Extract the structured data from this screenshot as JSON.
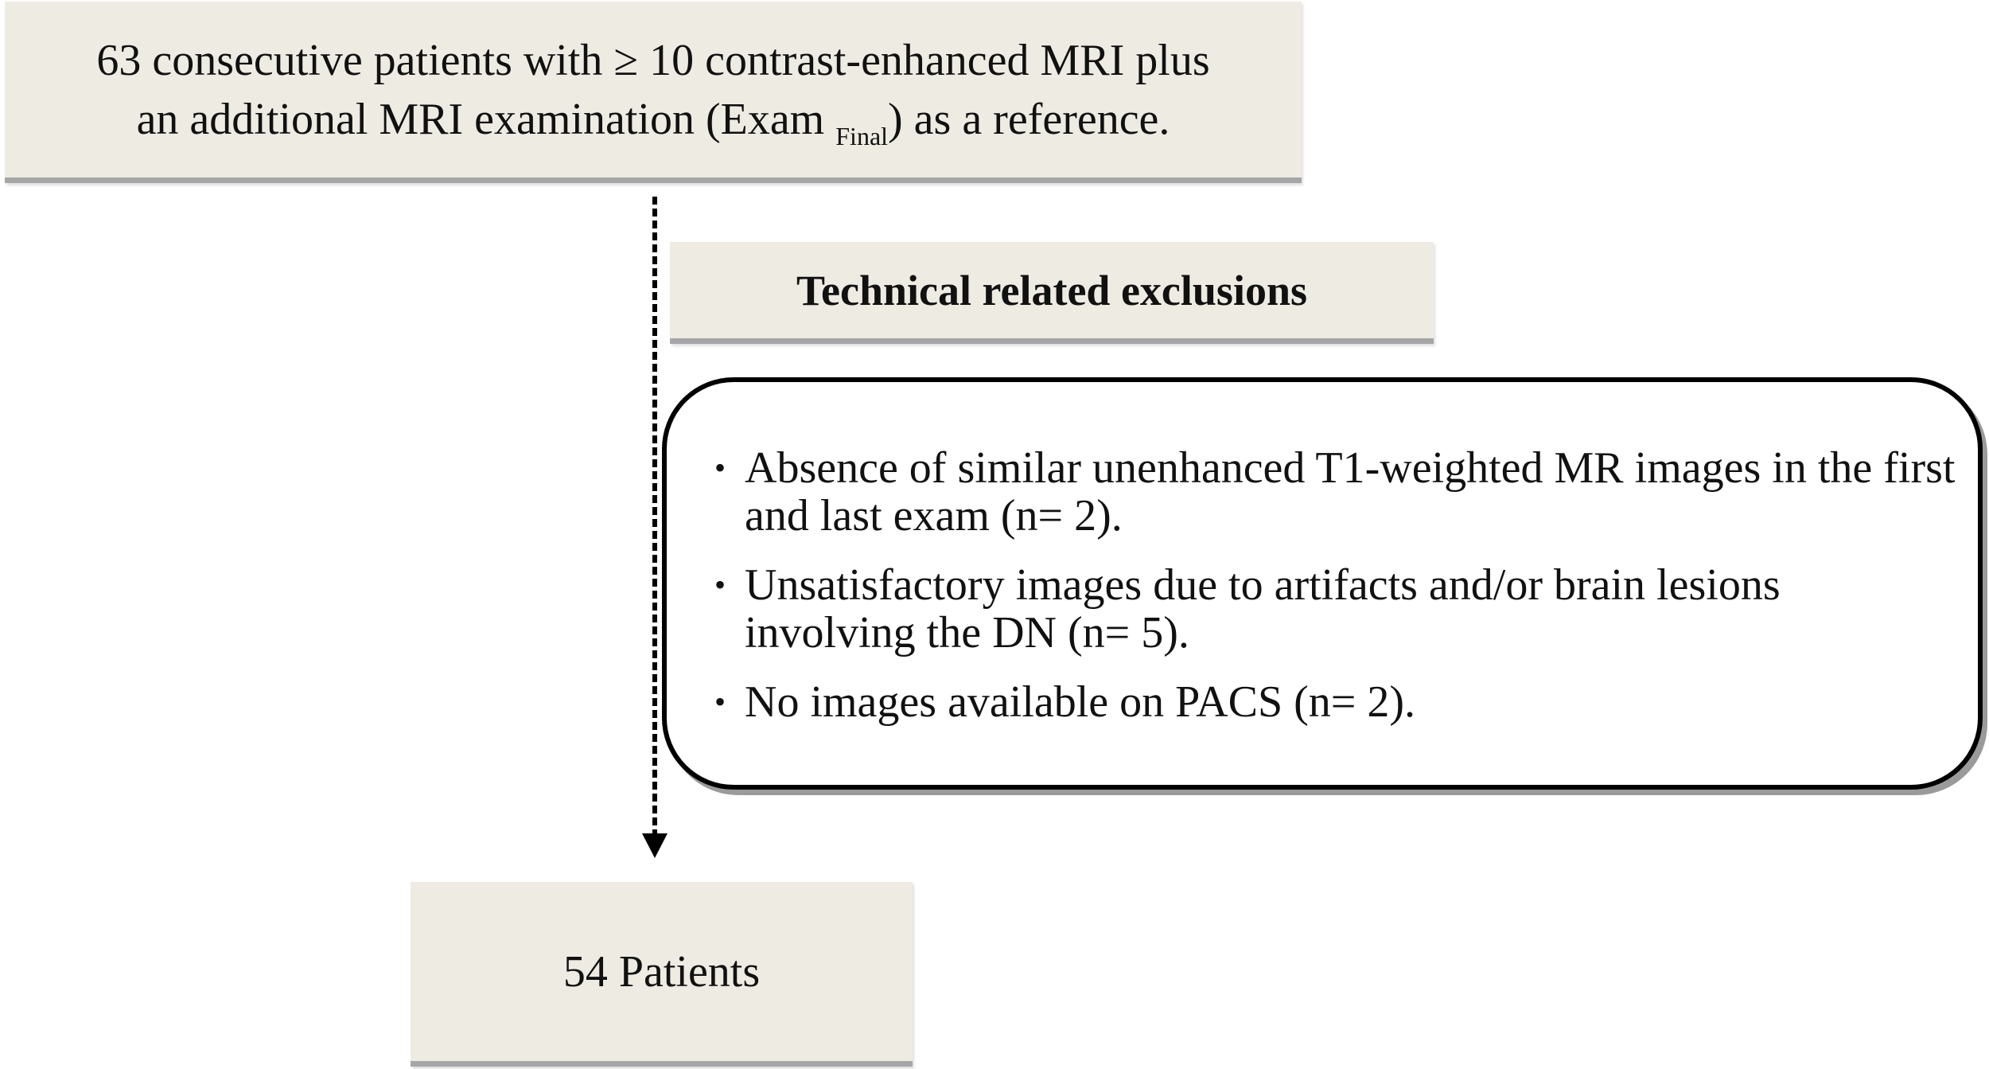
{
  "top_box": {
    "line1": "63 consecutive patients with ≥ 10 contrast-enhanced MRI plus",
    "line2_prefix": "an additional MRI examination (Exam ",
    "line2_sub": "Final",
    "line2_suffix": ") as a reference."
  },
  "exclusions": {
    "title": "Technical related exclusions",
    "bullet_glyph": "•",
    "items": [
      "Absence of similar unenhanced T1-weighted MR images in the first and last exam (n= 2).",
      "Unsatisfactory images due to artifacts and/or brain lesions involving the DN (n= 5).",
      "No images available on PACS (n= 2)."
    ]
  },
  "bottom_box": {
    "label": "54 Patients"
  },
  "colors": {
    "box_fill": "#eeebe3",
    "box_shadow": "#a6a6a6",
    "line": "#000000"
  }
}
